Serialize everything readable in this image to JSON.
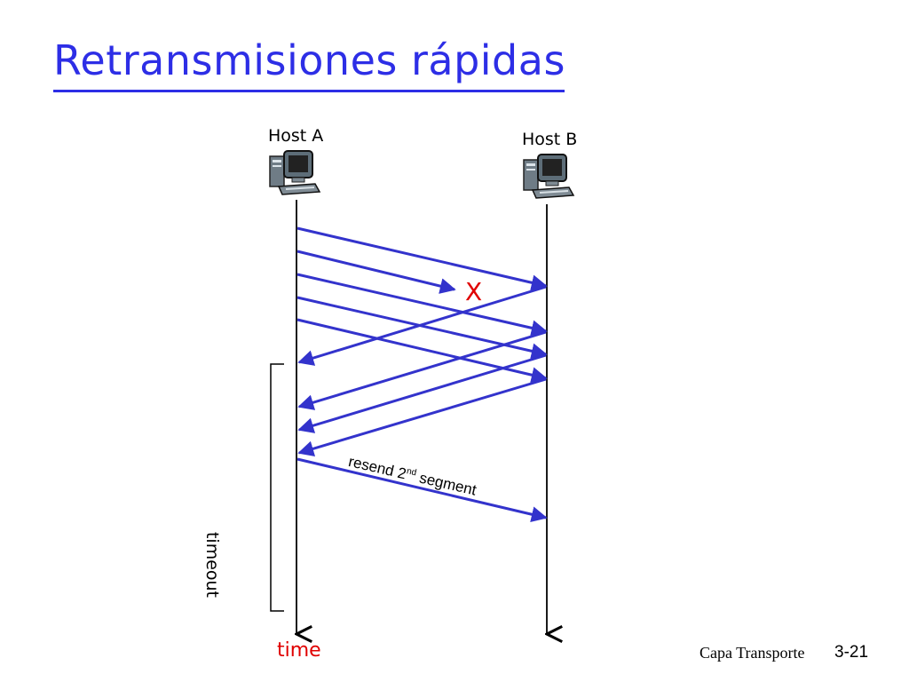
{
  "slide": {
    "title": "Retransmisiones rápidas",
    "footer_chapter": "Capa Transporte",
    "footer_page": "3-21"
  },
  "diagram": {
    "host_a": "Host A",
    "host_b": "Host B",
    "loss_marker": "X",
    "resend_text": "resend 2",
    "resend_superscript": "nd",
    "resend_suffix": " segment",
    "timeout": "timeout",
    "time": "time",
    "arrow_color": "#3333cc",
    "loss_color": "#e00000",
    "icons": {
      "host": "computer-icon"
    }
  }
}
